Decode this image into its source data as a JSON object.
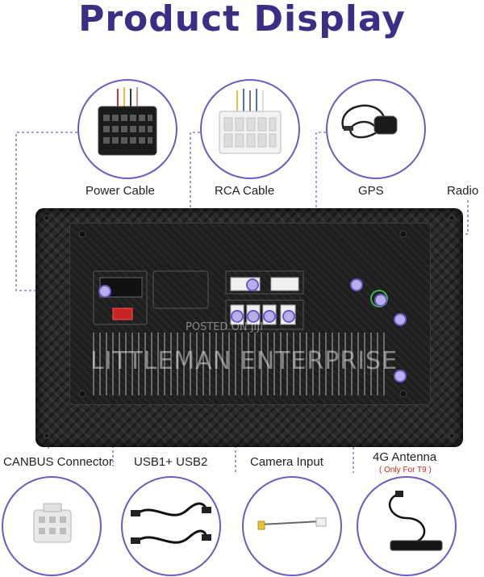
{
  "title": "Product Display",
  "labels": {
    "power_cable": "Power Cable",
    "rca_cable": "RCA Cable",
    "gps": "GPS",
    "radio": "Radio",
    "canbus": "CANBUS Connector",
    "usb": "USB1+ USB2",
    "camera": "Camera Input",
    "antenna_4g": "4G Antenna",
    "antenna_note": "( Only For T9 )"
  },
  "watermark": {
    "line1": "POSTED ON JIJI",
    "line2": "LITTLEMAN ENTERPRISE"
  },
  "colors": {
    "accent": "#6b5ac8",
    "title": "#3a2e86",
    "note": "#d0241b"
  }
}
